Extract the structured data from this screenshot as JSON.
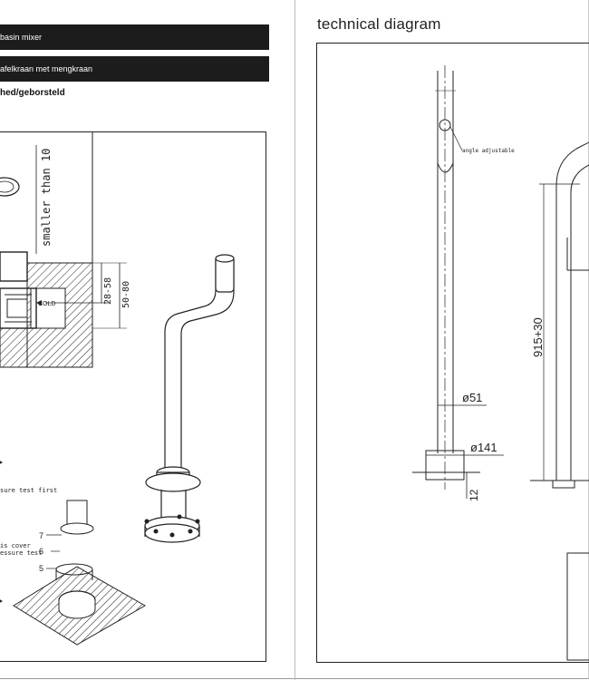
{
  "left_panel": {
    "header_bar_1": "basin mixer",
    "header_bar_2": "afelkraan met mengkraan",
    "subtitle": "hed/geborsteld",
    "labels": {
      "smaller_than": "smaller than 10",
      "cold": "COLD",
      "dim_1": "28-58",
      "dim_2": "50-80",
      "pressure_test_first": "sure test first",
      "this_cover": "is cover",
      "pressure_test": "essure test",
      "num_7": "7",
      "num_6": "6",
      "num_5": "5"
    }
  },
  "right_panel": {
    "title": "technical diagram",
    "labels": {
      "angle_adjustable": "angle adjustable",
      "height": "915+30",
      "dia_51": "ø51",
      "dia_141": "ø141",
      "base_12": "12"
    }
  }
}
